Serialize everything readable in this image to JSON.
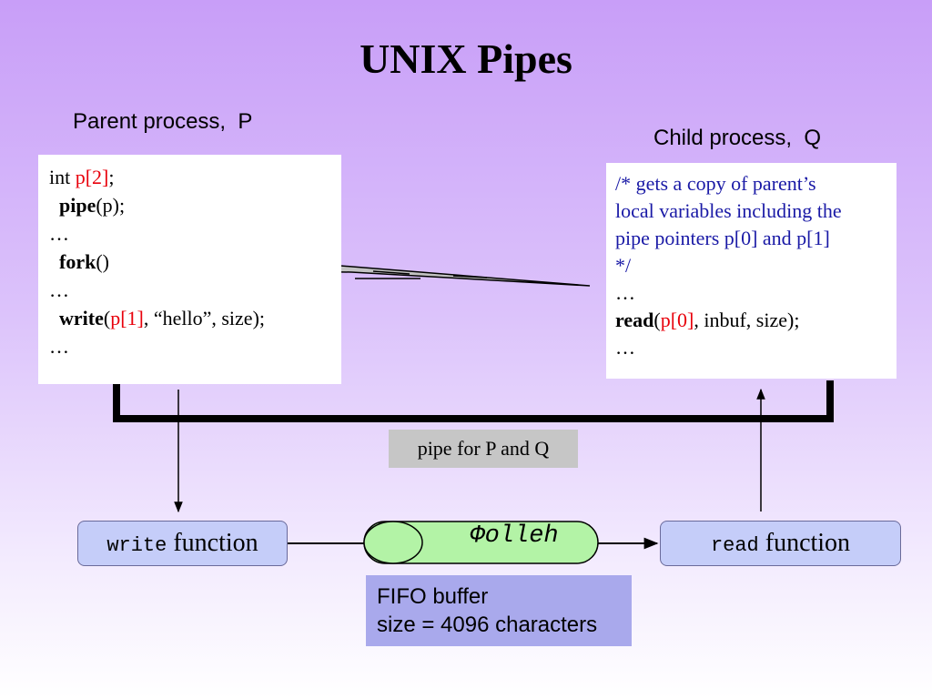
{
  "title": "UNIX Pipes",
  "parent": {
    "caption": "Parent process,  P",
    "code": {
      "l1_kw": "int ",
      "l1_var": "p[2]",
      "l1_end": ";",
      "l2_fn": "pipe",
      "l2_rest": "(p);",
      "l3": "…",
      "l4_fn": "fork",
      "l4_rest": "()",
      "l5": "…",
      "l6_fn": "write",
      "l6_open": "(",
      "l6_var": "p[1]",
      "l6_rest": ", “hello”, size);",
      "l7": "…"
    }
  },
  "child": {
    "caption": "Child process,  Q",
    "code": {
      "c1": "/* gets a copy of parent’s",
      "c2": "local variables including the",
      "c3": "pipe pointers p[0] and p[1]",
      "c4": "*/",
      "l5": "…",
      "l6_fn": "read",
      "l6_open": "(",
      "l6_var": "p[0]",
      "l6_rest": ", inbuf, size);",
      "l7": "…"
    }
  },
  "pipe_label": "pipe for P and Q",
  "write_box": {
    "mono": "write",
    "text": " function"
  },
  "read_box": {
    "mono": "read",
    "text": " function"
  },
  "buffer_contents": "Φolleh",
  "fifo": {
    "line1": "FIFO buffer",
    "line2": "size = 4096 characters"
  },
  "colors": {
    "highlight_red": "#e8000b",
    "comment_blue": "#1a1aa6",
    "function_box": "#c5cdf9",
    "fifo_box": "#a9a9ec",
    "buffer_fill": "#b3f3a6"
  }
}
